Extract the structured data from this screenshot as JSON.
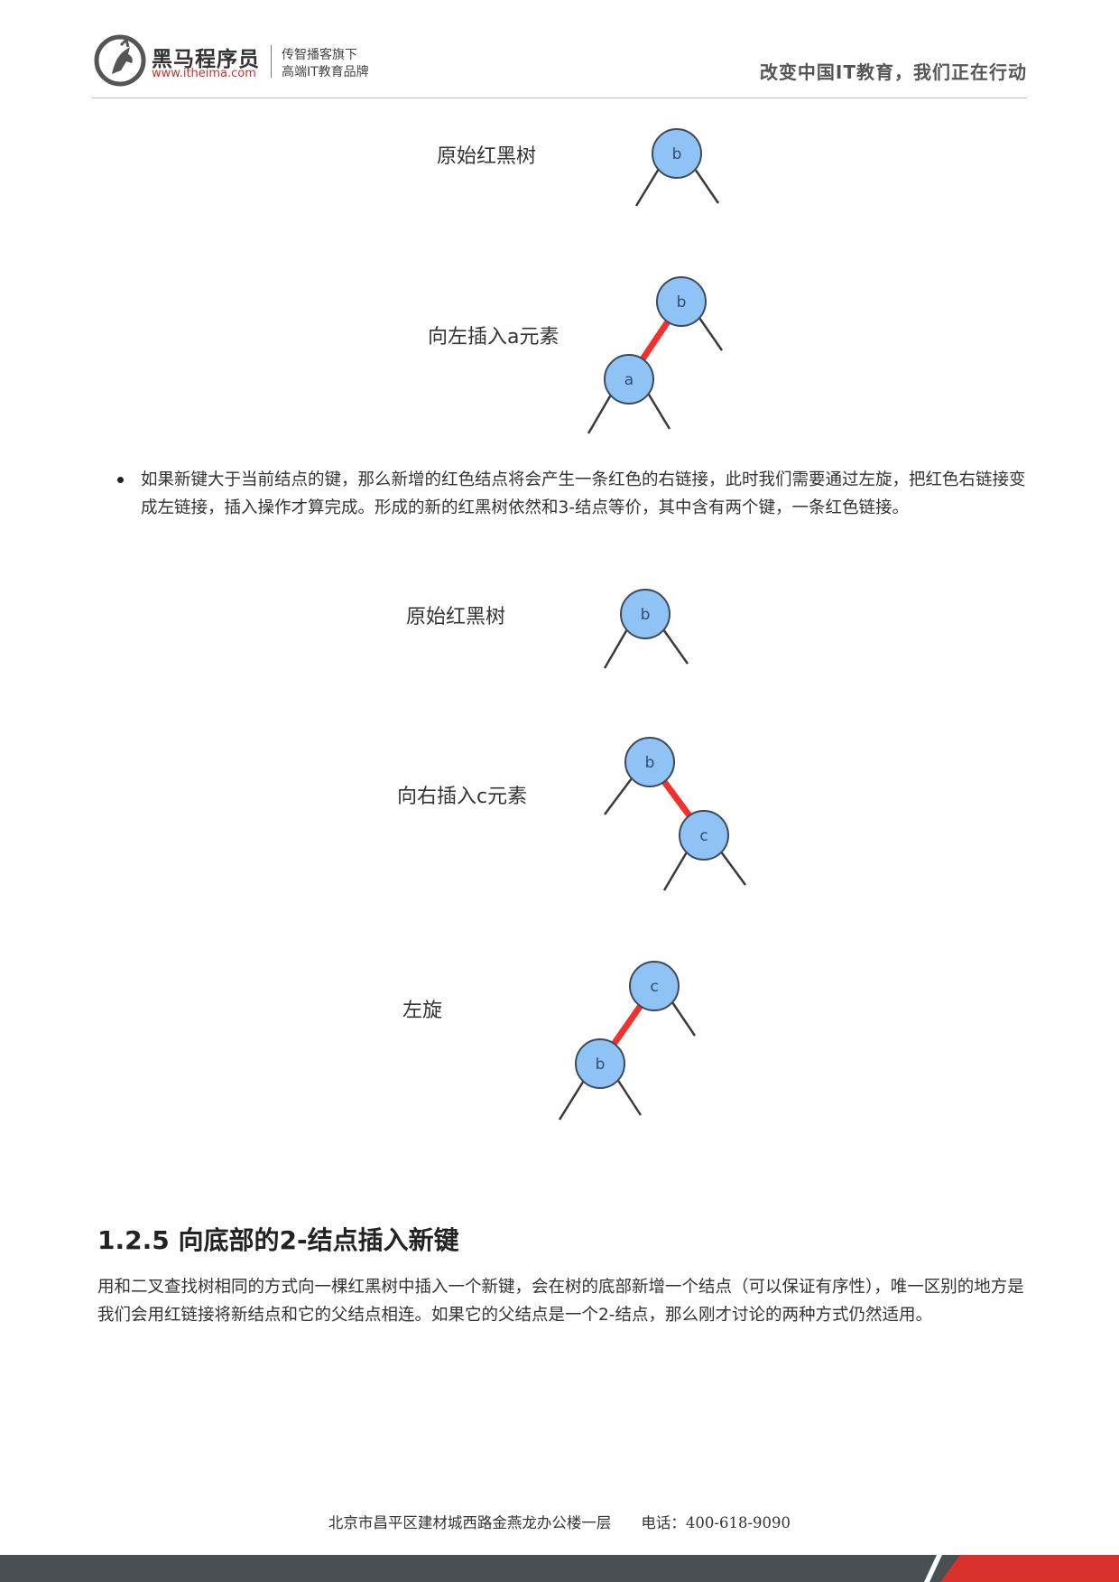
{
  "header": {
    "brand_name": "黑马程序员",
    "brand_url": "www.itheima.com",
    "slogan_line1": "传智播客旗下",
    "slogan_line2": "高端IT教育品牌",
    "motto": "改变中国IT教育，我们正在行动"
  },
  "diagram1": {
    "orig_caption": "原始红黑树",
    "orig_node": "b",
    "insert_caption": "向左插入a元素",
    "insert_top_node": "b",
    "insert_child_node": "a"
  },
  "bullet": {
    "text": "如果新键大于当前结点的键，那么新增的红色结点将会产生一条红色的右链接，此时我们需要通过左旋，把红色右链接变成左链接，插入操作才算完成。形成的新的红黑树依然和3-结点等价，其中含有两个键，一条红色链接。"
  },
  "diagram2": {
    "orig_caption": "原始红黑树",
    "orig_node": "b",
    "insert_caption": "向右插入c元素",
    "insert_top_node": "b",
    "insert_child_node": "c",
    "rotate_caption": "左旋",
    "rotate_top_node": "c",
    "rotate_child_node": "b"
  },
  "section": {
    "heading": "1.2.5 向底部的2-结点插入新键",
    "body": "用和二叉查找树相同的方式向一棵红黑树中插入一个新键，会在树的底部新增一个结点（可以保证有序性），唯一区别的地方是我们会用红链接将新结点和它的父结点相连。如果它的父结点是一个2-结点，那么刚才讨论的两种方式仍然适用。"
  },
  "footer": {
    "address": "北京市昌平区建材城西路金燕龙办公楼一层　　电话：400-618-9090"
  },
  "colors": {
    "node_fill": "#8fc3f5",
    "node_stroke": "#3d4a57",
    "red_link": "#f2302e",
    "black_link": "#3a3a3a",
    "footer_dark": "#4a4f53",
    "footer_red": "#d9312b"
  }
}
